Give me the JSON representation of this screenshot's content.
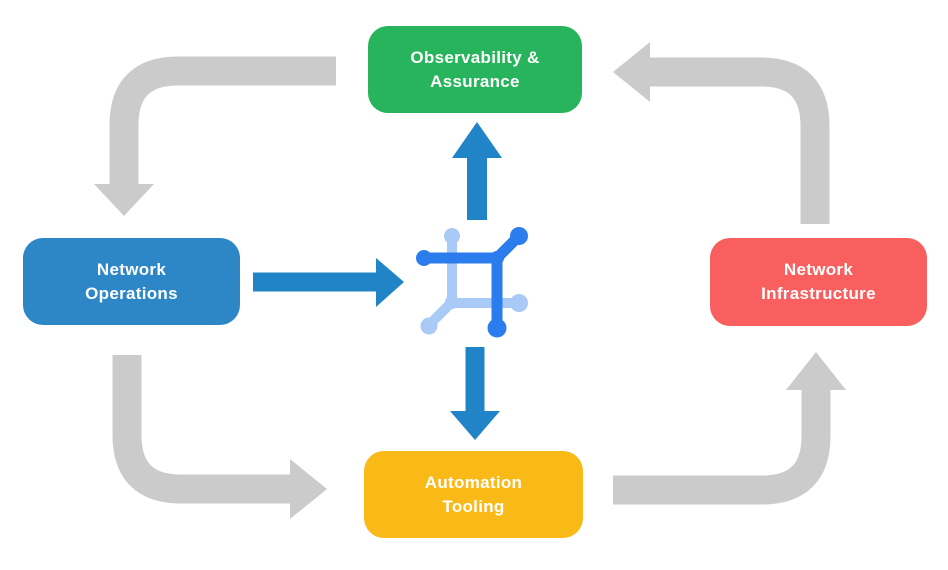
{
  "diagram": {
    "type": "cycle-flow",
    "nodes": [
      {
        "id": "observability-assurance",
        "label_line1": "Observability &",
        "label_line2": "Assurance",
        "color": "#28B45C"
      },
      {
        "id": "network-operations",
        "label_line1": "Network",
        "label_line2": "Operations",
        "color": "#2D87C7"
      },
      {
        "id": "network-infrastructure",
        "label_line1": "Network",
        "label_line2": "Infrastructure",
        "color": "#FA5F5F"
      },
      {
        "id": "automation-tooling",
        "label_line1": "Automation",
        "label_line2": "Tooling",
        "color": "#F9BA17"
      }
    ],
    "center": {
      "icon": "network-fabric-icon",
      "color_primary": "#2B7DEE",
      "color_secondary": "#A9C9F6"
    },
    "flows": [
      {
        "from": "observability-assurance",
        "to": "network-operations",
        "style": "gray"
      },
      {
        "from": "network-operations",
        "to": "automation-tooling",
        "style": "gray"
      },
      {
        "from": "automation-tooling",
        "to": "network-infrastructure",
        "style": "gray"
      },
      {
        "from": "network-infrastructure",
        "to": "observability-assurance",
        "style": "gray"
      },
      {
        "from": "network-operations",
        "to": "center-icon",
        "style": "blue"
      },
      {
        "from": "center-icon",
        "to": "observability-assurance",
        "style": "blue"
      },
      {
        "from": "center-icon",
        "to": "automation-tooling",
        "style": "blue"
      }
    ],
    "colors": {
      "arrow_gray": "#CBCBCB",
      "arrow_blue": "#2184C6",
      "background": "#FFFFFF"
    }
  }
}
